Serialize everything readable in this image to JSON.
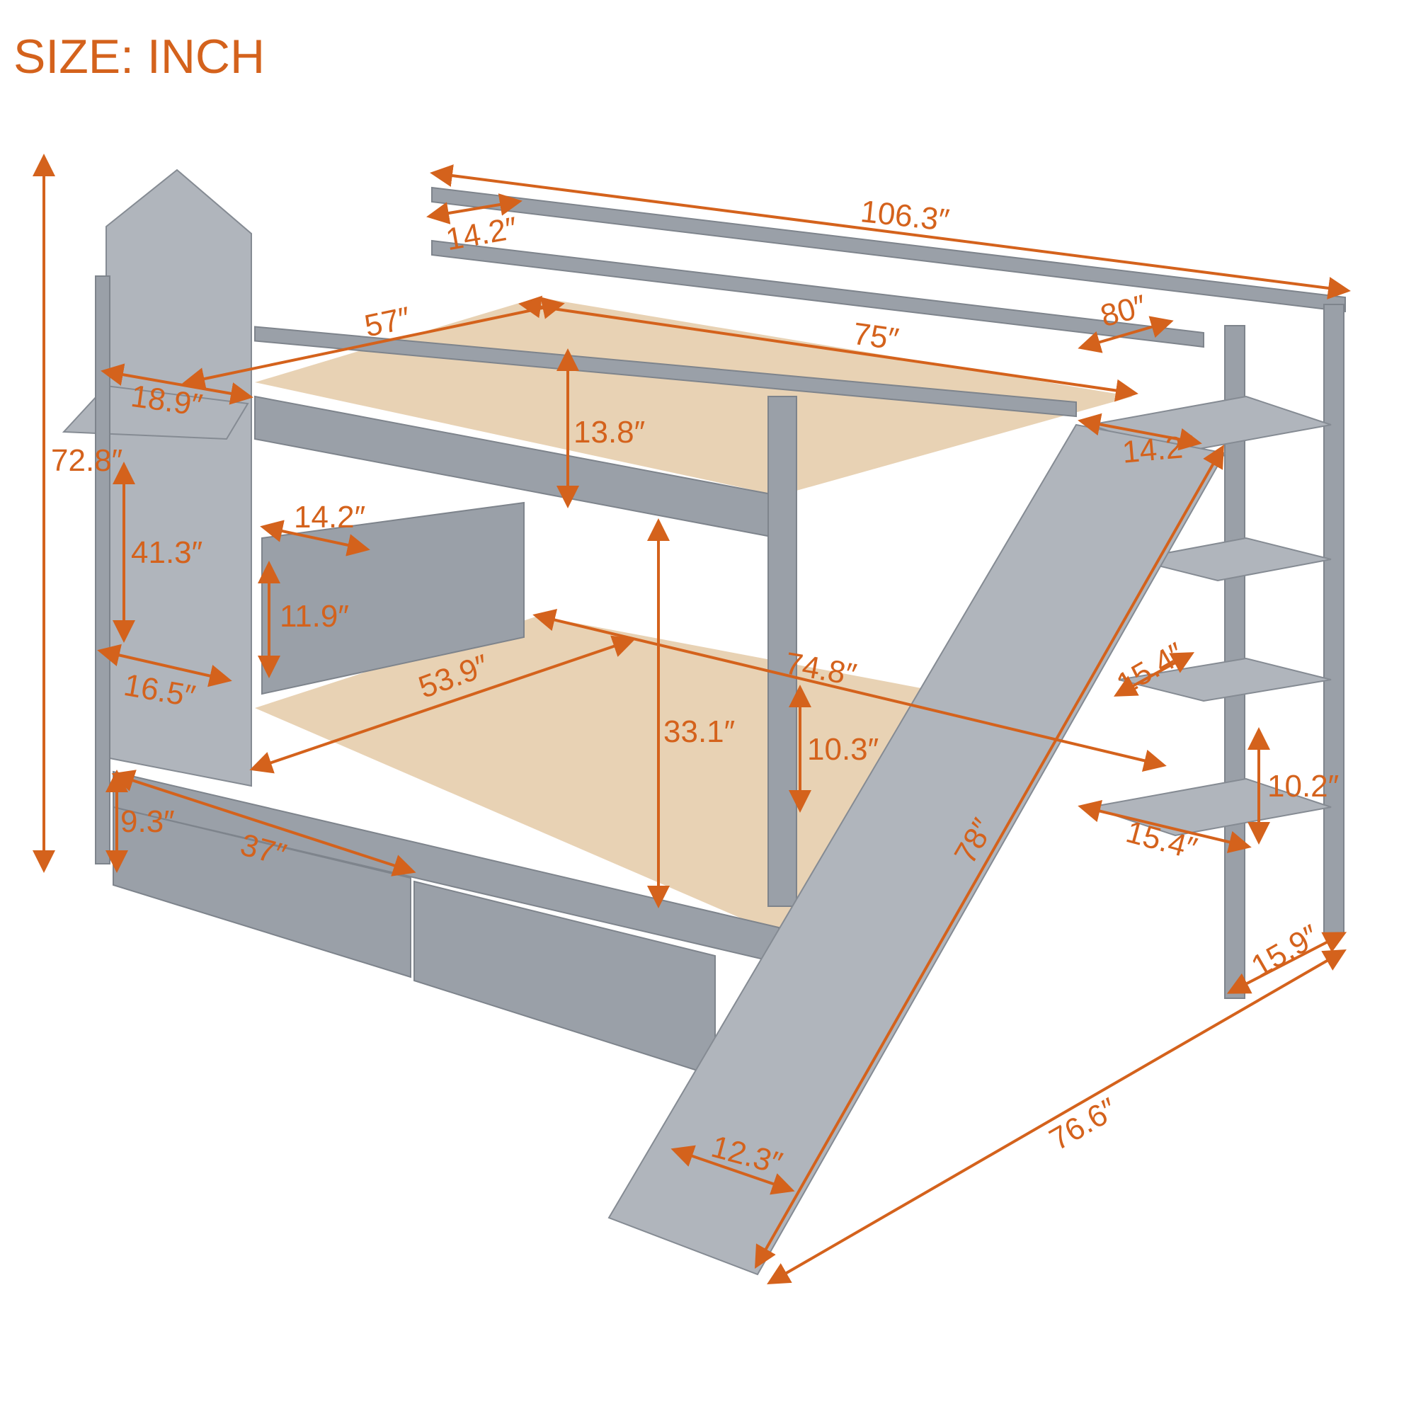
{
  "title": "SIZE: INCH",
  "colors": {
    "dimension": "#d4621c",
    "frame": "#9aa0a8",
    "slats": "#e8d2b4"
  },
  "dimensions": {
    "overall_length": "106.3″",
    "top_guard_depth": "14.2″",
    "right_top_width": "80″",
    "top_bed_width": "57″",
    "top_bed_length": "75″",
    "roof_width": "18.9″",
    "overall_height": "72.8″",
    "top_guard_height": "13.8″",
    "platform_depth": "14.2″",
    "stair_step_depth": "14.2″",
    "stair_height": "41.3″",
    "step_height": "11.9″",
    "bottom_bed_length": "74.8″",
    "window_sill_width": "16.5″",
    "bottom_bed_width": "53.9″",
    "shelf_depth_upper": "15.4″",
    "bottom_clearance": "33.1″",
    "bottom_guard_height": "10.3″",
    "shelf_spacing": "10.2″",
    "drawer_height": "9.3″",
    "drawer_length": "37″",
    "shelf_depth_lower": "15.4″",
    "slide_length": "78″",
    "ladder_width": "15.9″",
    "overall_depth": "76.6″",
    "slide_width": "12.3″"
  }
}
